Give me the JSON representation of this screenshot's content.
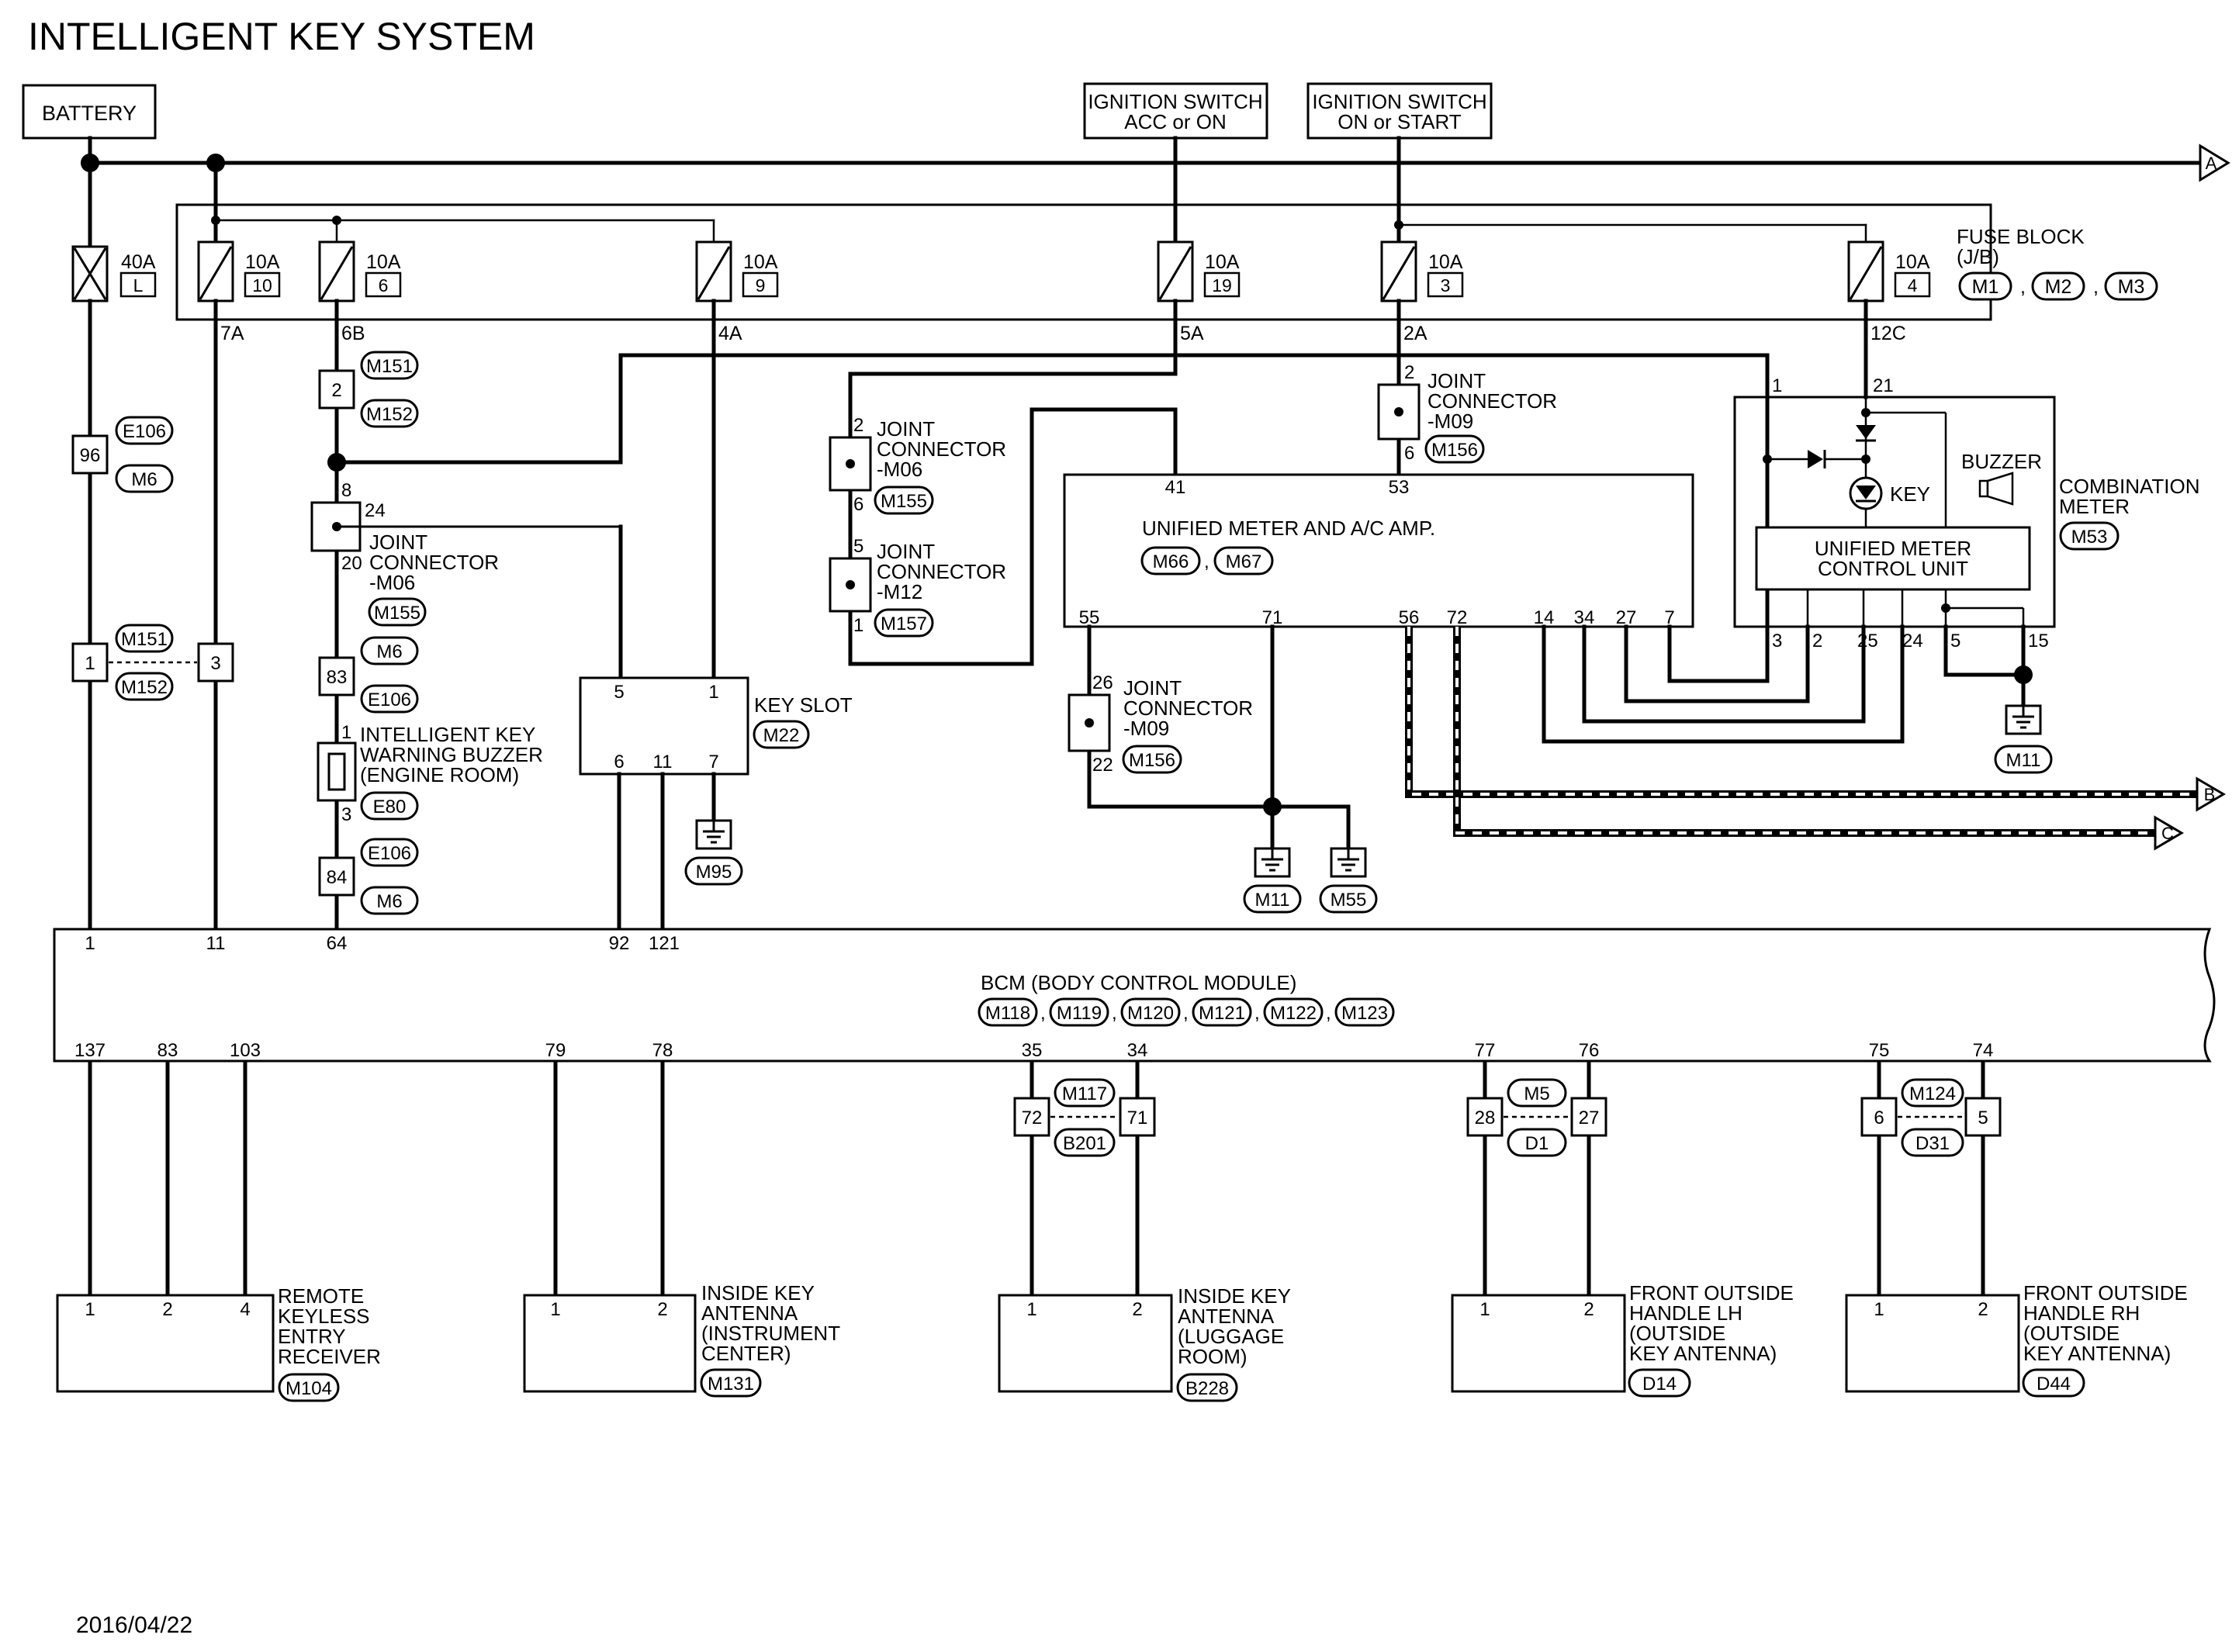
{
  "title": "INTELLIGENT KEY SYSTEM",
  "date": "2016/04/22",
  "sources": {
    "battery": "BATTERY",
    "ign_acc_1": "IGNITION SWITCH",
    "ign_acc_2": "ACC or ON",
    "ign_on_1": "IGNITION SWITCH",
    "ign_on_2": "ON or START"
  },
  "arrows": {
    "a": "A",
    "b": "B",
    "c": "C"
  },
  "fuse_block": {
    "label1": "FUSE BLOCK",
    "label2": "(J/B)",
    "connectors": [
      "M1",
      "M2",
      "M3"
    ],
    "fuses": [
      {
        "amp": "10A",
        "num": "10",
        "pin": "7A"
      },
      {
        "amp": "10A",
        "num": "6",
        "pin": "6B"
      },
      {
        "amp": "10A",
        "num": "9",
        "pin": "4A"
      },
      {
        "amp": "10A",
        "num": "19",
        "pin": "5A"
      },
      {
        "amp": "10A",
        "num": "3",
        "pin": "2A"
      },
      {
        "amp": "10A",
        "num": "4",
        "pin": "12C"
      }
    ]
  },
  "fusible_link": {
    "amp": "40A",
    "num": "L"
  },
  "connectors": {
    "e106_96": {
      "pin": "96",
      "top": "E106",
      "bottom": "M6"
    },
    "m151_1": {
      "pin": "1",
      "top": "M151",
      "bottom": "M152",
      "pin2": "3"
    },
    "m151_2": {
      "pin": "2",
      "top": "M151",
      "bottom": "M152"
    },
    "m6_83": {
      "pin": "83",
      "top": "M6",
      "bottom": "E106"
    },
    "e106_84": {
      "pin": "84",
      "top": "E106",
      "bottom": "M6"
    }
  },
  "joint_m06_a": {
    "l1": "JOINT",
    "l2": "CONNECTOR",
    "l3": "-M06",
    "conn": "M155",
    "pin_top": "8",
    "pin_r": "24",
    "pin_bot": "20"
  },
  "joint_m06_b": {
    "l1": "JOINT",
    "l2": "CONNECTOR",
    "l3": "-M06",
    "conn": "M155",
    "pin_top": "2",
    "pin_bot": "6"
  },
  "joint_m12": {
    "l1": "JOINT",
    "l2": "CONNECTOR",
    "l3": "-M12",
    "conn": "M157",
    "pin_top": "5",
    "pin_bot": "1"
  },
  "joint_m09_a": {
    "l1": "JOINT",
    "l2": "CONNECTOR",
    "l3": "-M09",
    "conn": "M156",
    "pin_top": "2",
    "pin_bot": "6"
  },
  "joint_m09_b": {
    "l1": "JOINT",
    "l2": "CONNECTOR",
    "l3": "-M09",
    "conn": "M156",
    "pin_top": "26",
    "pin_bot": "22"
  },
  "buzzer_engine": {
    "l1": "INTELLIGENT KEY",
    "l2": "WARNING BUZZER",
    "l3": "(ENGINE ROOM)",
    "conn": "E80",
    "pin_top": "1",
    "pin_bot": "3"
  },
  "key_slot": {
    "label": "KEY SLOT",
    "conn": "M22",
    "pins": [
      "5",
      "1",
      "6",
      "11",
      "7"
    ],
    "ground": "M95"
  },
  "unified_amp": {
    "label": "UNIFIED METER AND A/C AMP.",
    "conns": [
      "M66",
      "M67"
    ],
    "top_pins": [
      "41",
      "53"
    ],
    "bottom_pins": [
      "55",
      "71",
      "56",
      "72",
      "14",
      "34",
      "27",
      "7"
    ],
    "grounds": [
      "M11",
      "M55"
    ]
  },
  "combination_meter": {
    "l1": "COMBINATION",
    "l2": "METER",
    "conn": "M53",
    "unit1": "UNIFIED METER",
    "unit2": "CONTROL UNIT",
    "buzzer": "BUZZER",
    "key": "KEY",
    "top_pins": [
      "1",
      "21"
    ],
    "bottom_pins": [
      "3",
      "2",
      "25",
      "24",
      "5",
      "15"
    ],
    "ground": "M11"
  },
  "bcm": {
    "label": "BCM (BODY CONTROL MODULE)",
    "conns": [
      "M118",
      "M119",
      "M120",
      "M121",
      "M122",
      "M123"
    ],
    "top_pins": [
      "1",
      "11",
      "64",
      "92",
      "121"
    ],
    "bottom_pins": [
      "137",
      "83",
      "103",
      "79",
      "78",
      "35",
      "34",
      "77",
      "76",
      "75",
      "74"
    ]
  },
  "inline": {
    "m117": {
      "left": "72",
      "right": "71",
      "top": "M117",
      "bottom": "B201"
    },
    "m5": {
      "left": "28",
      "right": "27",
      "top": "M5",
      "bottom": "D1"
    },
    "m124": {
      "left": "6",
      "right": "5",
      "top": "M124",
      "bottom": "D31"
    }
  },
  "devices": [
    {
      "pins": [
        "1",
        "2",
        "4"
      ],
      "lines": [
        "REMOTE",
        "KEYLESS",
        "ENTRY",
        "RECEIVER"
      ],
      "conn": "M104"
    },
    {
      "pins": [
        "1",
        "2"
      ],
      "lines": [
        "INSIDE KEY",
        "ANTENNA",
        "(INSTRUMENT",
        " CENTER)"
      ],
      "conn": "M131"
    },
    {
      "pins": [
        "1",
        "2"
      ],
      "lines": [
        "INSIDE KEY",
        "ANTENNA",
        "(LUGGAGE",
        " ROOM)"
      ],
      "conn": "B228"
    },
    {
      "pins": [
        "1",
        "2"
      ],
      "lines": [
        "FRONT OUTSIDE",
        "HANDLE LH",
        "(OUTSIDE",
        " KEY ANTENNA)"
      ],
      "conn": "D14"
    },
    {
      "pins": [
        "1",
        "2"
      ],
      "lines": [
        "FRONT OUTSIDE",
        "HANDLE RH",
        "(OUTSIDE",
        " KEY ANTENNA)"
      ],
      "conn": "D44"
    }
  ]
}
